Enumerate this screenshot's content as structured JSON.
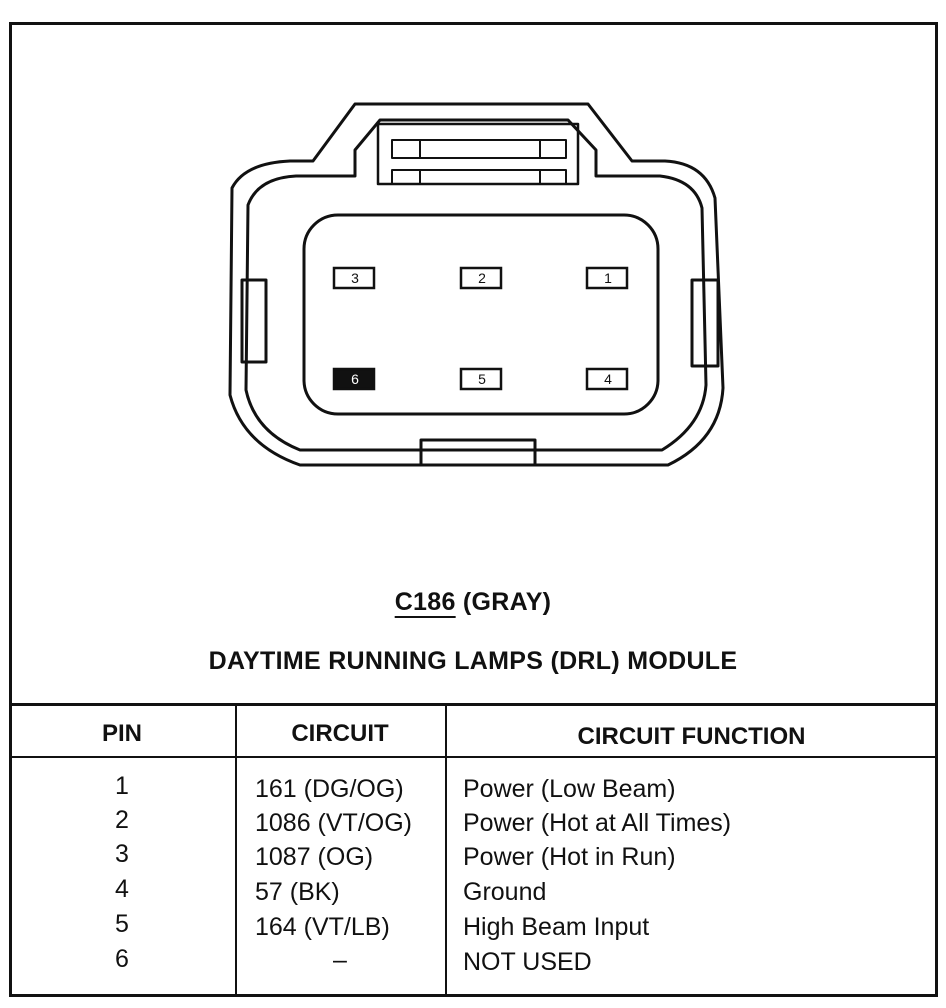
{
  "connector": {
    "id": "C186",
    "color_label": "(GRAY)",
    "module": "DAYTIME RUNNING LAMPS (DRL) MODULE",
    "cavities": [
      {
        "pin": "3",
        "filled": false
      },
      {
        "pin": "2",
        "filled": false
      },
      {
        "pin": "1",
        "filled": false
      },
      {
        "pin": "6",
        "filled": true
      },
      {
        "pin": "5",
        "filled": false
      },
      {
        "pin": "4",
        "filled": false
      }
    ]
  },
  "table": {
    "headers": {
      "pin": "PIN",
      "circuit": "CIRCUIT",
      "function": "CIRCUIT FUNCTION"
    },
    "rows": [
      {
        "pin": "1",
        "circuit": "161 (DG/OG)",
        "function": "Power (Low Beam)"
      },
      {
        "pin": "2",
        "circuit": "1086 (VT/OG)",
        "function": "Power (Hot at All Times)"
      },
      {
        "pin": "3",
        "circuit": "1087 (OG)",
        "function": "Power (Hot in Run)"
      },
      {
        "pin": "4",
        "circuit": "57 (BK)",
        "function": "Ground"
      },
      {
        "pin": "5",
        "circuit": "164 (VT/LB)",
        "function": "High Beam Input"
      },
      {
        "pin": "6",
        "circuit": "–",
        "function": "NOT USED"
      }
    ]
  }
}
